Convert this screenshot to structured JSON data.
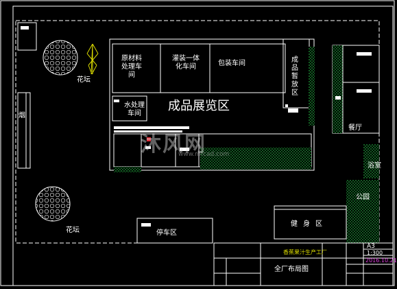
{
  "drawing": {
    "labels": {
      "garden_top": "花坛",
      "garden_bottom": "花坛",
      "raw_workshop": "原材料处理车间",
      "mixing_workshop": "灌装一体化车间",
      "packaging_workshop": "包装车间",
      "product_storage": "成品暂放区",
      "water_workshop": "水处理车间",
      "exhibition": "成品展览区",
      "left_side": "烟",
      "canteen": "餐厅",
      "bathroom": "浴室",
      "park": "公园",
      "parking": "停车区",
      "fitness": "健身区"
    },
    "colors": {
      "background": "#000000",
      "lines": "#ffffff",
      "hatch_green": "#1fa03a",
      "garden_yellow": "#d8d800",
      "accent_red": "#e0202a",
      "title_yellow": "#d8d800",
      "date_magenta": "#e040e0"
    }
  },
  "title_block": {
    "scale_sheet": "A3",
    "scale": "1:300",
    "date": "2016.10.21",
    "drawing_title": "全厂布局图",
    "project": "香蕉果汁生产工厂"
  },
  "watermark": {
    "text": "沐风网",
    "url": "www.mfcad.com"
  }
}
